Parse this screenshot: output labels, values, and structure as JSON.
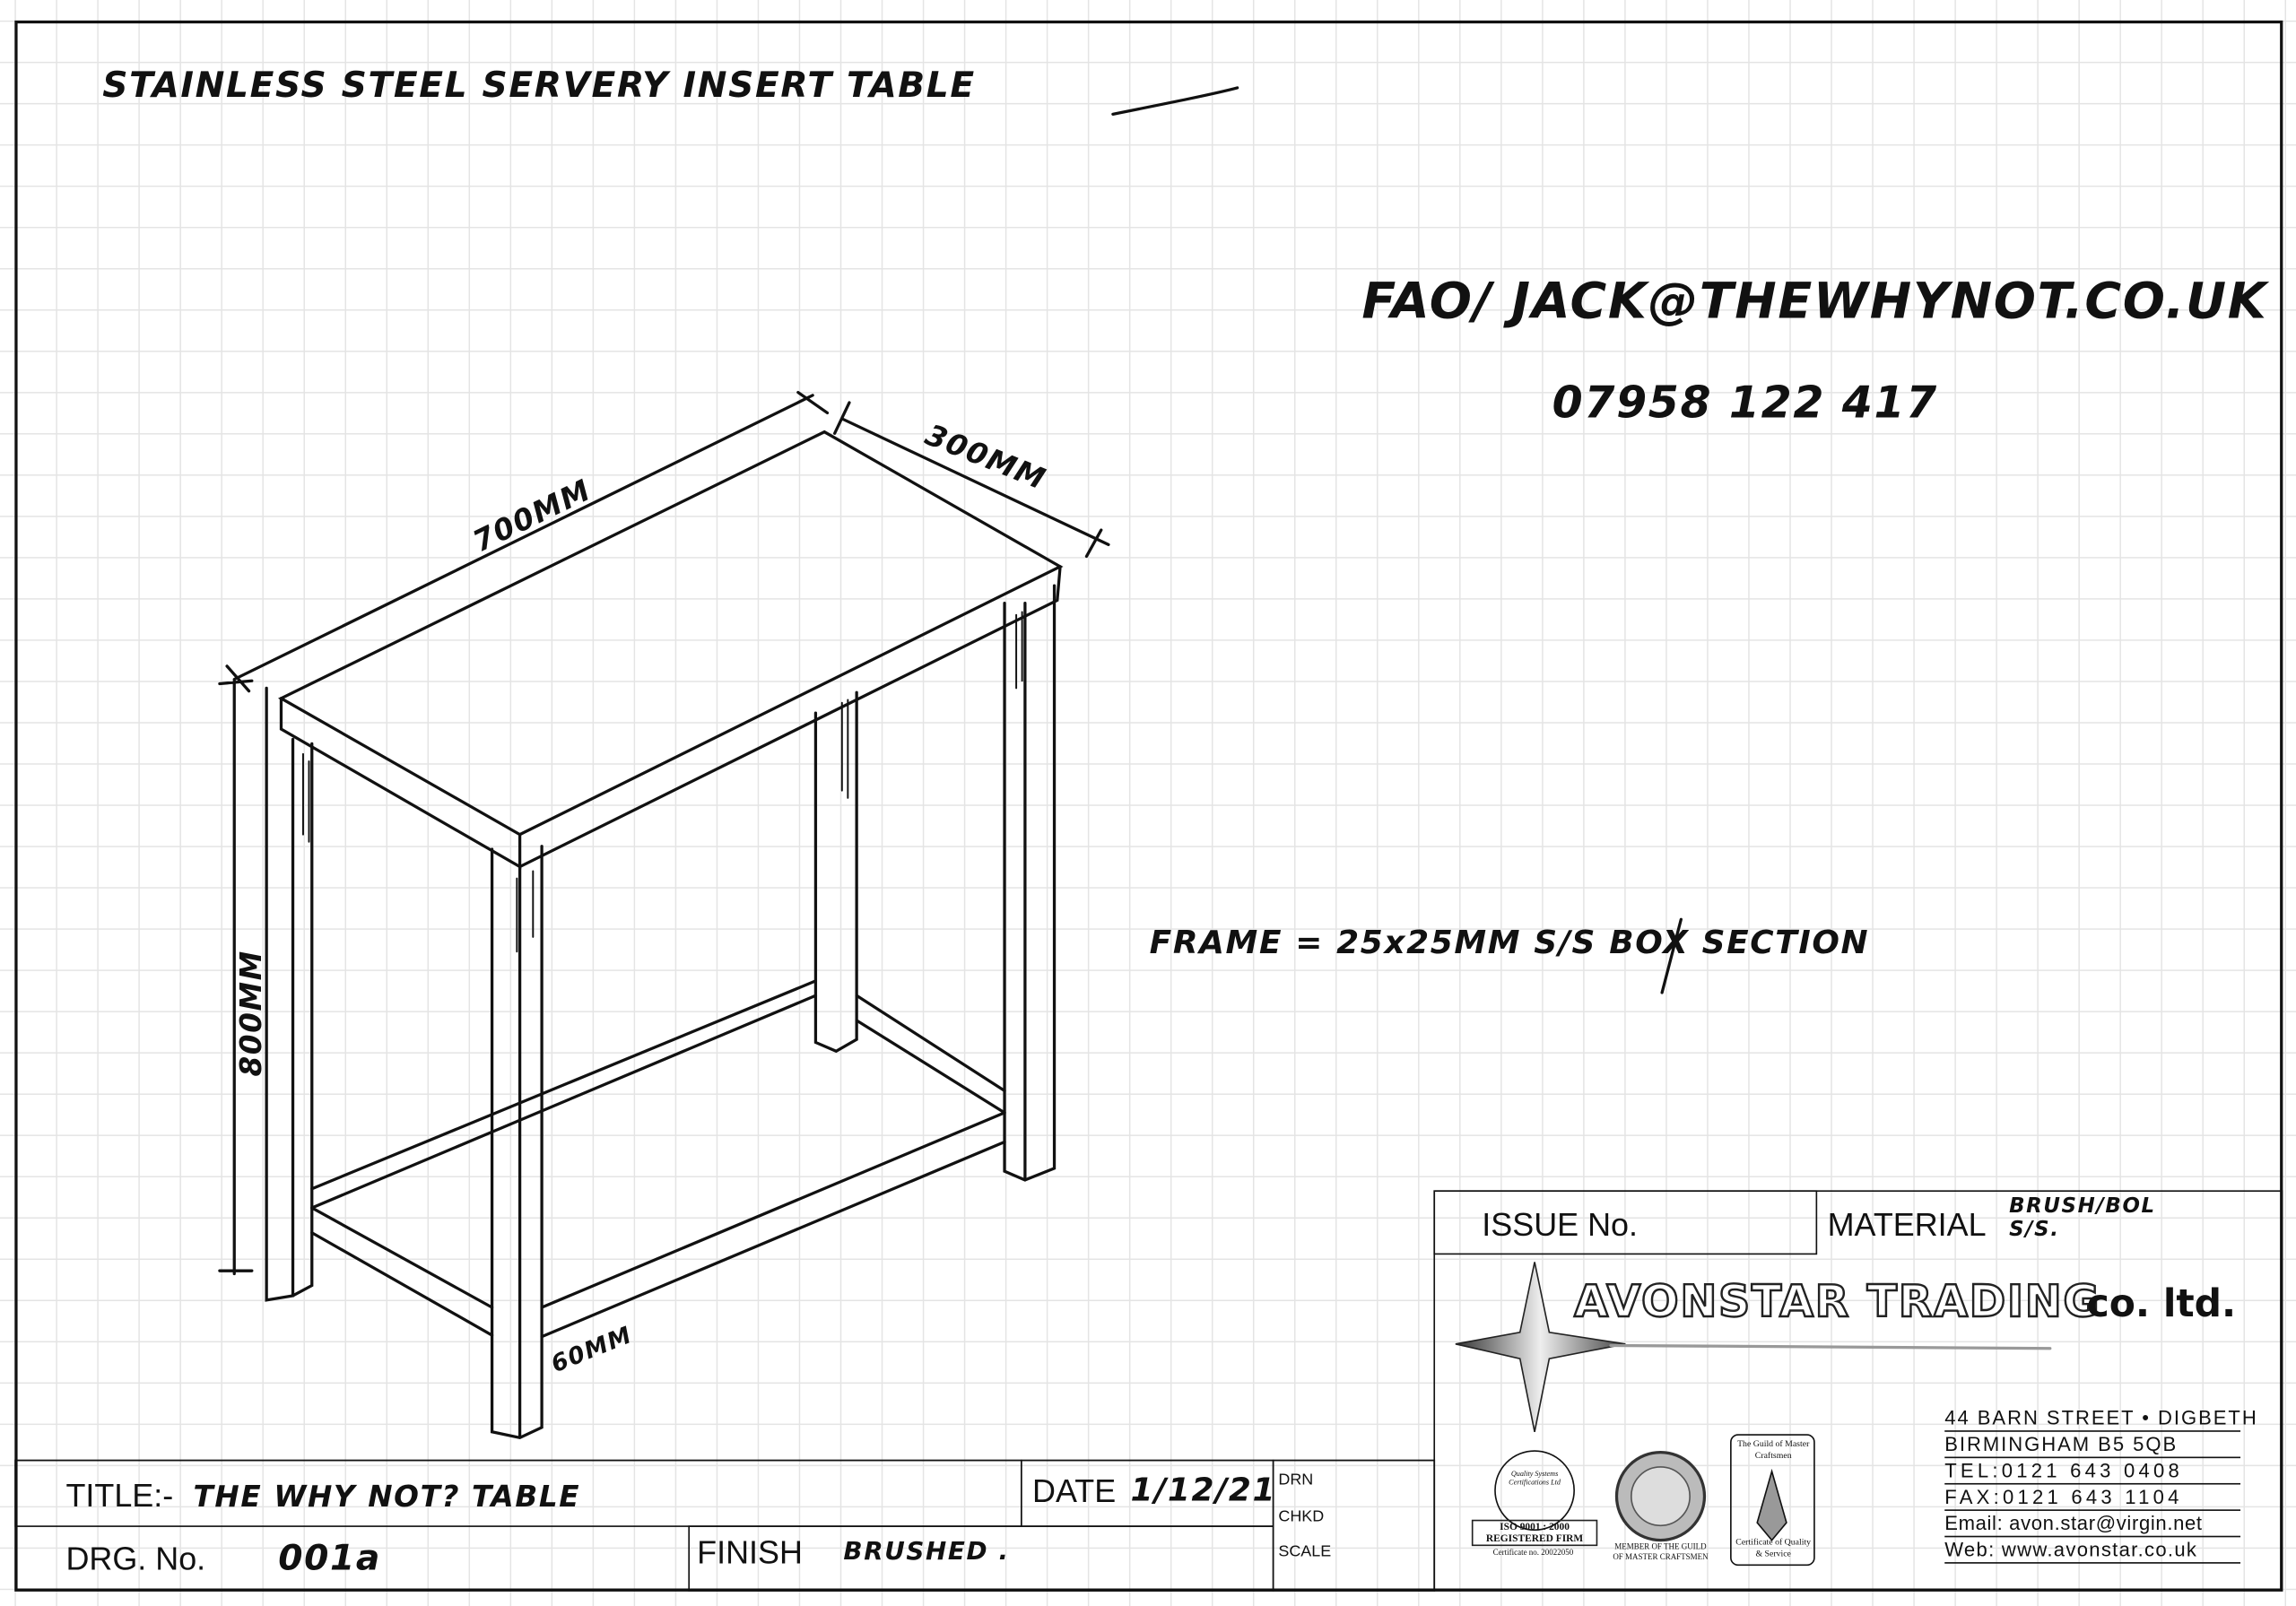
{
  "sketch": {
    "heading": "STAINLESS STEEL SERVERY INSERT TABLE",
    "fao": "FAO/ JACK@THEWHYNOT.CO.UK",
    "phone": "07958  122 417",
    "frame_note": "FRAME = 25x25MM S/S BOX SECTION",
    "dimensions": {
      "length": "700MM",
      "depth": "300MM",
      "height": "800MM",
      "rail": "60MM"
    }
  },
  "title_block": {
    "title_label": "TITLE:-",
    "title_value": "THE WHY NOT? TABLE",
    "date_label": "DATE",
    "date_value": "1/12/21",
    "drn_label": "DRN",
    "chkd_label": "CHKD",
    "scale_label": "SCALE",
    "drg_label": "DRG. No.",
    "drg_value": "001a",
    "finish_label": "FINISH",
    "finish_value": "BRUSHED .",
    "issue_label": "ISSUE No.",
    "material_label": "MATERIAL",
    "material_value": "BRUSH/BOL S/S."
  },
  "company": {
    "name": "AVONSTAR TRADING",
    "suffix": "co. ltd.",
    "address": [
      "44 BARN STREET • DIGBETH",
      "BIRMINGHAM   B5   5QB",
      "TEL:0121 643 0408",
      "FAX:0121 643 1104",
      "Email: avon.star@virgin.net",
      "Web: www.avonstar.co.uk"
    ],
    "badges": {
      "iso_title": "ISO 9001 : 2000",
      "iso_sub": "REGISTERED FIRM",
      "iso_cert": "Certificate no. 20022050",
      "qsc": "Quality Systems Certifications Ltd",
      "guild_member": "MEMBER OF THE GUILD OF MASTER CRAFTSMEN",
      "guild_title": "The Guild of Master Craftsmen",
      "guild_cert": "Certificate of Quality & Service"
    }
  }
}
